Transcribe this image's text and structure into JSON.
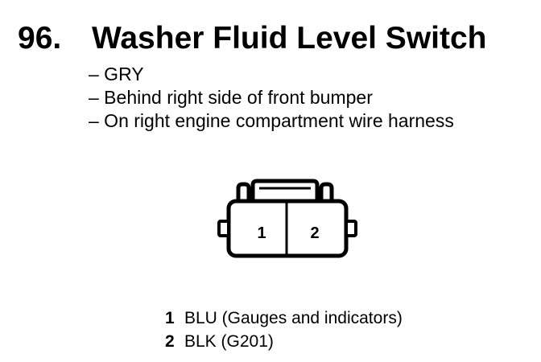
{
  "heading": {
    "number": "96.",
    "title": "Washer Fluid Level Switch"
  },
  "notes": [
    "– GRY",
    "– Behind right side of front bumper",
    "– On right engine compartment wire harness"
  ],
  "connector": {
    "cavity_1": "1",
    "cavity_2": "2"
  },
  "pins": [
    {
      "number": "1",
      "description": "BLU (Gauges and indicators)"
    },
    {
      "number": "2",
      "description": "BLK (G201)"
    }
  ]
}
